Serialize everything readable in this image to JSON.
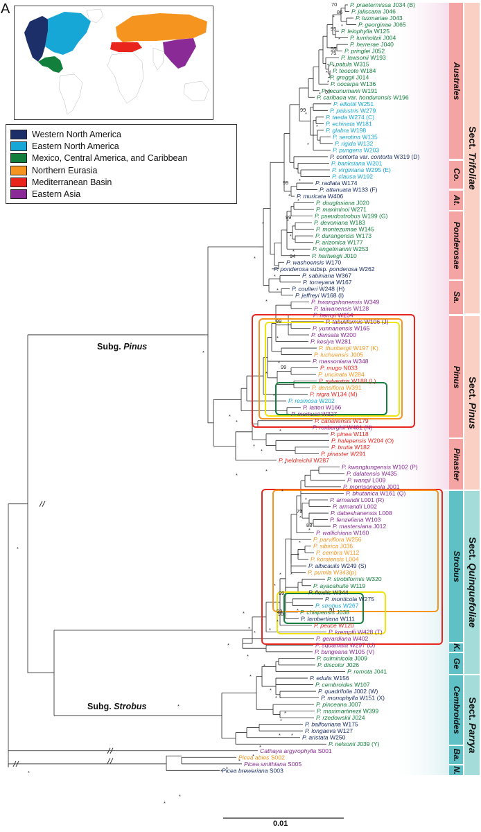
{
  "panel_letter": "A",
  "colors": {
    "western_na": "#1c2f69",
    "eastern_na": "#16a7d6",
    "mexico": "#137f3c",
    "n_eurasia": "#f5951f",
    "mediterranean": "#e8241d",
    "e_asia": "#8a2a96"
  },
  "legend": [
    {
      "label": "Western North America",
      "color": "#1c2f69"
    },
    {
      "label": "Eastern North America",
      "color": "#16a7d6"
    },
    {
      "label": "Mexico, Central America, and Caribbean",
      "color": "#137f3c"
    },
    {
      "label": "Northern Eurasia",
      "color": "#f5951f"
    },
    {
      "label": "Mediterranean Basin",
      "color": "#e8241d"
    },
    {
      "label": "Eastern Asia",
      "color": "#8a2a96"
    }
  ],
  "subgenera": {
    "pinus": "Pinus",
    "strobus": "Strobus",
    "prefix": "Subg."
  },
  "scale_bar": "0.01",
  "taxa": [
    [
      "P. praetermissa J034 (B)",
      "mx"
    ],
    [
      "P. jaliscana J046",
      "mx"
    ],
    [
      "P. luzmariae J043",
      "mx"
    ],
    [
      "P. georginae J065",
      "mx"
    ],
    [
      "P. leiophylla W125",
      "mx"
    ],
    [
      "P. lumholtzii J004",
      "mx"
    ],
    [
      "P. herrerae J040",
      "mx"
    ],
    [
      "P. pringlei J052",
      "mx"
    ],
    [
      "P. lawsonii W193",
      "mx"
    ],
    [
      "P. patula W315",
      "mx"
    ],
    [
      "P. teocote W184",
      "mx"
    ],
    [
      "P. greggii J014",
      "mx"
    ],
    [
      "P. oocarpa W136",
      "mx"
    ],
    [
      "P. tecunumanii W191",
      "mx"
    ],
    [
      "P. caribaea var. hondurensis W196",
      "mx"
    ],
    [
      "P. elliottii W251",
      "ena"
    ],
    [
      "P. palustris W279",
      "ena"
    ],
    [
      "P. taeda W274 (C)",
      "ena"
    ],
    [
      "P. echinata W181",
      "ena"
    ],
    [
      "P. glabra W198",
      "ena"
    ],
    [
      "P. serotina W135",
      "ena"
    ],
    [
      "P. rigida W132",
      "ena"
    ],
    [
      "P. pungens W203",
      "ena"
    ],
    [
      "P. contorta var. contorta W319 (D)",
      "wna"
    ],
    [
      "P. banksiana W201",
      "ena"
    ],
    [
      "P. virginiana W295 (E)",
      "ena"
    ],
    [
      "P. clausa W192",
      "ena"
    ],
    [
      "P. radiata W174",
      "wna"
    ],
    [
      "P. attenuata W133 (F)",
      "wna"
    ],
    [
      "P. muricata W406",
      "wna"
    ],
    [
      "P. douglasiana J020",
      "mx"
    ],
    [
      "P. maximinoi W271",
      "mx"
    ],
    [
      "P. pseudostrobus W199 (G)",
      "mx"
    ],
    [
      "P. devoniana W183",
      "mx"
    ],
    [
      "P. montezumae W145",
      "mx"
    ],
    [
      "P. durangensis W173",
      "mx"
    ],
    [
      "P. arizonica W177",
      "mx"
    ],
    [
      "P. engelmannii W253",
      "mx"
    ],
    [
      "P. hartwegii J010",
      "mx"
    ],
    [
      "P. washoensis W170",
      "wna"
    ],
    [
      "P. ponderosa subsp. ponderosa W262",
      "wna"
    ],
    [
      "P. sabiniana W367",
      "wna"
    ],
    [
      "P. torreyana W167",
      "wna"
    ],
    [
      "P. coulteri W248 (H)",
      "wna"
    ],
    [
      "P. jeffreyi W168 (I)",
      "wna"
    ],
    [
      "P. hwangshanensis W349",
      "ea"
    ],
    [
      "P. taiwanensis W128",
      "ea"
    ],
    [
      "P. henryi W254",
      "ea"
    ],
    [
      "P. tabuliformis W106 (J)",
      "ea"
    ],
    [
      "P. yunnanensis W165",
      "ea"
    ],
    [
      "P. densata W200",
      "ea"
    ],
    [
      "P. kesiya W281",
      "ea"
    ],
    [
      "P. thunbergii W197 (K)",
      "ne"
    ],
    [
      "P. luchuensis J005",
      "ne"
    ],
    [
      "P. massoniana W348",
      "ea"
    ],
    [
      "P. mugo N033",
      "med"
    ],
    [
      "P. uncinata W284",
      "ne"
    ],
    [
      "P. sylvestris W188 (L)",
      "med"
    ],
    [
      "P. densiflora W391",
      "ne"
    ],
    [
      "P. nigra W134 (M)",
      "med"
    ],
    [
      "P. resinosa W202",
      "ena"
    ],
    [
      "P. latteri W166",
      "ea"
    ],
    [
      "P. merkusii W327",
      "ea"
    ],
    [
      "P. canariensis W179",
      "med"
    ],
    [
      "P. roxburghii W401 (N)",
      "ea"
    ],
    [
      "P. pinea W118",
      "med"
    ],
    [
      "P. halepensis W204 (O)",
      "med"
    ],
    [
      "P. brutia W182",
      "med"
    ],
    [
      "P. pinaster W291",
      "med"
    ],
    [
      "P. heldreichii W287",
      "med"
    ],
    [
      "P. kwangtungensis W102 (P)",
      "ea"
    ],
    [
      "P. dalatensis W435",
      "ea"
    ],
    [
      "P. wangii L009",
      "ea"
    ],
    [
      "P. morrisonicola J001",
      "ea"
    ],
    [
      "P. bhutanica W161 (Q)",
      "ea"
    ],
    [
      "P. armandii L001 (R)",
      "ea"
    ],
    [
      "P. armandii L002",
      "ea"
    ],
    [
      "P. dabeshanensis L008",
      "ea"
    ],
    [
      "P. fenzeliana W103",
      "ea"
    ],
    [
      "P. mastersiana J012",
      "ea"
    ],
    [
      "P. wallichiana W160",
      "ea"
    ],
    [
      "P. parviflora W256",
      "ne"
    ],
    [
      "P. sibirica J036",
      "ne"
    ],
    [
      "P. cembra W112",
      "ne"
    ],
    [
      "P. koraiensis L004",
      "ne"
    ],
    [
      "P. albicaulis W249 (S)",
      "wna"
    ],
    [
      "P. pumila W343(p)",
      "ne"
    ],
    [
      "P. strobiformis W320",
      "mx"
    ],
    [
      "P. ayacahuite W119",
      "mx"
    ],
    [
      "P. flexilis W344",
      "wna"
    ],
    [
      "P. monticola W275",
      "wna"
    ],
    [
      "P. strobus W267",
      "ena"
    ],
    [
      "P. chiapensis J038",
      "mx"
    ],
    [
      "P. lambertiana W111",
      "wna"
    ],
    [
      "P. peuce W120",
      "med"
    ],
    [
      "P. krempfii W428 (T)",
      "ea"
    ],
    [
      "P. gerardiana W402",
      "ea"
    ],
    [
      "P. squamata W297 (U)",
      "ea"
    ],
    [
      "P. bungeana W105 (V)",
      "ea"
    ],
    [
      "P. culminicola J009",
      "mx"
    ],
    [
      "P. discolor J026",
      "mx"
    ],
    [
      "P. remota J041",
      "mx"
    ],
    [
      "P. edulis W156",
      "wna"
    ],
    [
      "P. cembroides W107",
      "mx"
    ],
    [
      "P. quadrifolia J002 (W)",
      "wna"
    ],
    [
      "P. monophylla W151 (X)",
      "wna"
    ],
    [
      "P. pinceana J007",
      "mx"
    ],
    [
      "P. maximartinezii W399",
      "mx"
    ],
    [
      "P. rzedowskii J024",
      "mx"
    ],
    [
      "P. balfouriana W175",
      "wna"
    ],
    [
      "P. longaeva W127",
      "wna"
    ],
    [
      "P. aristata W250",
      "wna"
    ],
    [
      "P. nelsonii J039 (Y)",
      "mx"
    ],
    [
      "Cathaya argyrophylla S001",
      "ea"
    ],
    [
      "Picea abies S002",
      "ne"
    ],
    [
      "Picea smithiana S005",
      "ea"
    ],
    [
      "Picea breweriana S003",
      "wna"
    ]
  ],
  "subsections": [
    {
      "label": "Australes"
    },
    {
      "label": "Co."
    },
    {
      "label": "At."
    },
    {
      "label": "Ponderosae"
    },
    {
      "label": "Sa."
    },
    {
      "label": "Pinus"
    },
    {
      "label": "Pinaster"
    },
    {
      "label": "Strobus"
    },
    {
      "label": "K."
    },
    {
      "label": "Ge"
    },
    {
      "label": "Cembroides"
    },
    {
      "label": "Ba."
    },
    {
      "label": "N."
    }
  ],
  "sections": [
    {
      "prefix": "Sect.",
      "name": "Trifoliae"
    },
    {
      "prefix": "Sect.",
      "name": "Pinus"
    },
    {
      "prefix": "Sect.",
      "name": "Quinquefoliae"
    },
    {
      "prefix": "Sect.",
      "name": "Parrya"
    }
  ],
  "support_labels": {
    "star": "*",
    "v70": "70",
    "v86": "86",
    "v95": "95",
    "v75": "75",
    "v99": "99",
    "v94": "94",
    "v79": "79",
    "v88": "88",
    "v98": "98",
    "v91": "91",
    "v97": "97"
  }
}
